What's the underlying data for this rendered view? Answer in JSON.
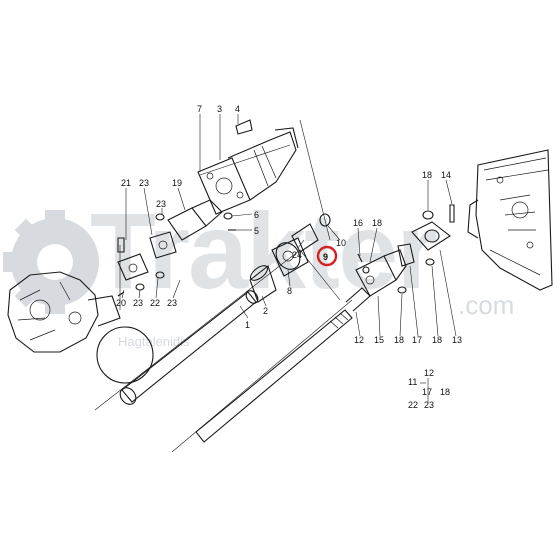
{
  "watermark": {
    "brand": "Trakter",
    "domain": ".com",
    "author": "Hagtalenidis"
  },
  "highlight": {
    "label": "9",
    "color": "#d42020"
  },
  "part_labels": {
    "p7": "7",
    "p3": "3",
    "p4": "4",
    "p21": "21",
    "p23a": "23",
    "p19": "19",
    "p23b": "23",
    "p6": "6",
    "p5": "5",
    "p20": "20",
    "p23c": "23",
    "p22a": "22",
    "p23d": "23",
    "p8": "8",
    "p2": "2",
    "p1": "1",
    "p24": "24",
    "p10": "10",
    "p16": "16",
    "p18a": "18",
    "p18b": "18",
    "p14": "14",
    "p12": "12",
    "p15": "15",
    "p18c": "18",
    "p17": "17",
    "p18d": "18",
    "p13": "13",
    "k11": "11",
    "k12": "12",
    "k17": "17",
    "k18": "18",
    "k22": "22",
    "k23": "23"
  }
}
